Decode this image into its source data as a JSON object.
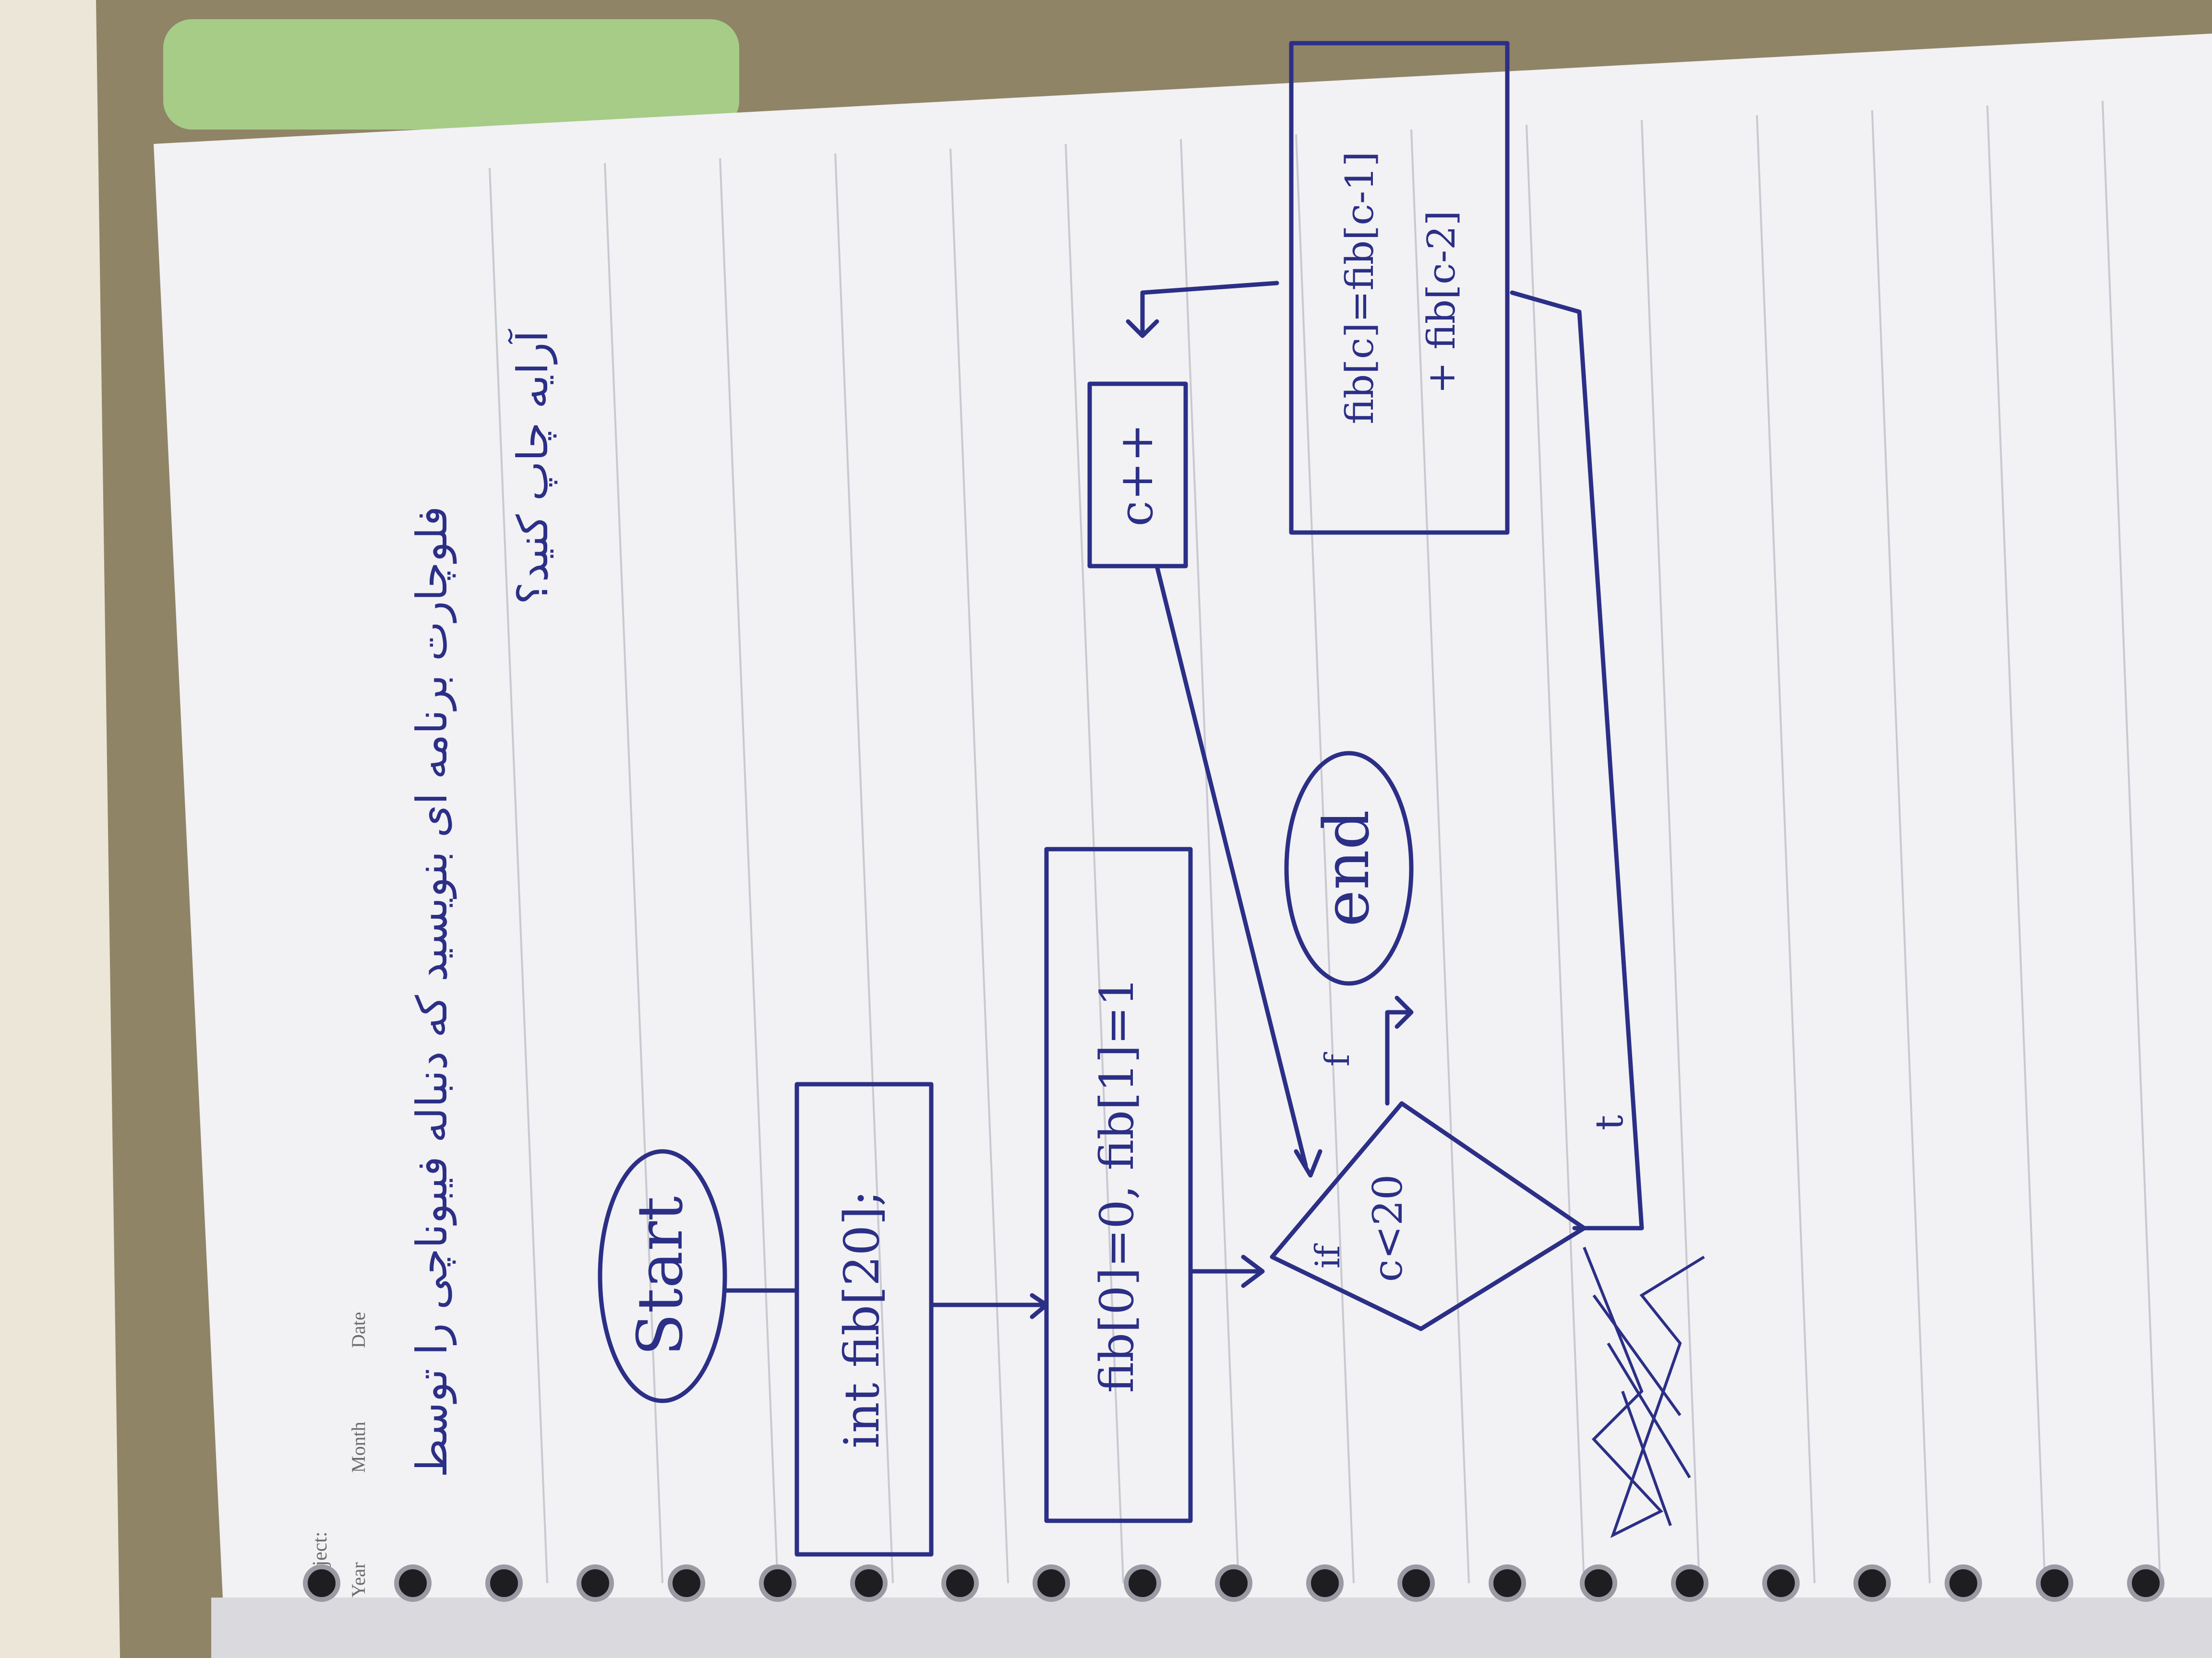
{
  "header": {
    "subject_label": "Subject:",
    "year_label": "Year",
    "month_label": "Month",
    "date_label": "Date"
  },
  "question": {
    "line1": "فلوچارت برنامه ای بنویسید که دنباله فیبوناچی را توسط",
    "line2": "آرایه چاپ کنید؟"
  },
  "flowchart": {
    "start": "Start",
    "declare": "int fib[20];",
    "init": "fib[0]=0, fib[1]=1",
    "decision_if": "if",
    "decision_cond": "c<20",
    "false_label": "f",
    "true_label": "t",
    "end": "end",
    "increment": "c++",
    "compute_line1": "fib[c]=fib[c-1]",
    "compute_line2": "+ fib[c-2]"
  },
  "colors": {
    "ink": "#2b2f86",
    "paper": "#f2f1f4",
    "rule_line": "#c9c9d1",
    "cover_green": "#a9d48c"
  }
}
